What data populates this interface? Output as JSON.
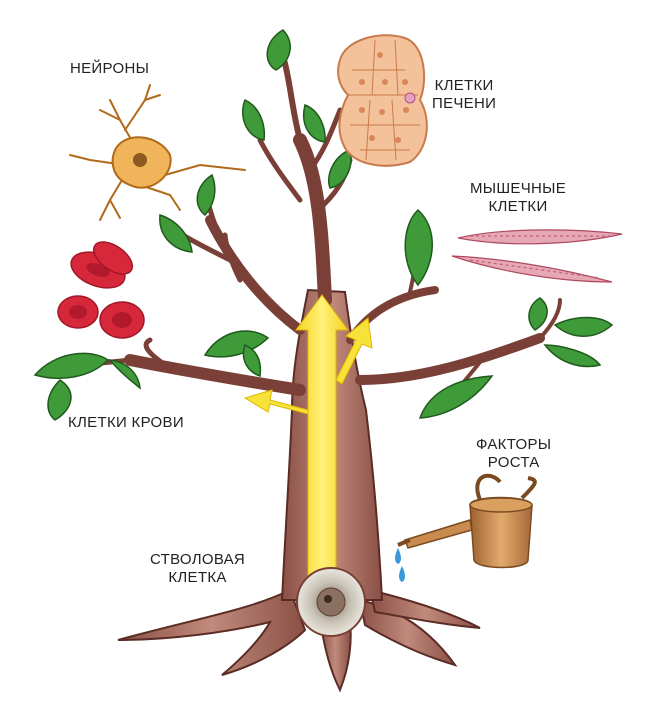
{
  "labels": {
    "neurons": "НЕЙРОНЫ",
    "liver_line1": "КЛЕТКИ",
    "liver_line2": "ПЕЧЕНИ",
    "muscle_line1": "МЫШЕЧНЫЕ",
    "muscle_line2": "КЛЕТКИ",
    "blood": "КЛЕТКИ КРОВИ",
    "growth_line1": "ФАКТОРЫ",
    "growth_line2": "РОСТА",
    "stem_line1": "СТВОЛОВАЯ",
    "stem_line2": "КЛЕТКА"
  },
  "colors": {
    "trunk": "#b07468",
    "trunk_dark": "#6e3b33",
    "leaf": "#3f9a3a",
    "leaf_light": "#7cc46f",
    "arrow": "#f7e23a",
    "neuron": "#e8a24a",
    "liver": "#f0b98c",
    "muscle": "#d98a9a",
    "blood": "#d6283a",
    "can": "#c98c4e",
    "water": "#3a9ad9"
  }
}
